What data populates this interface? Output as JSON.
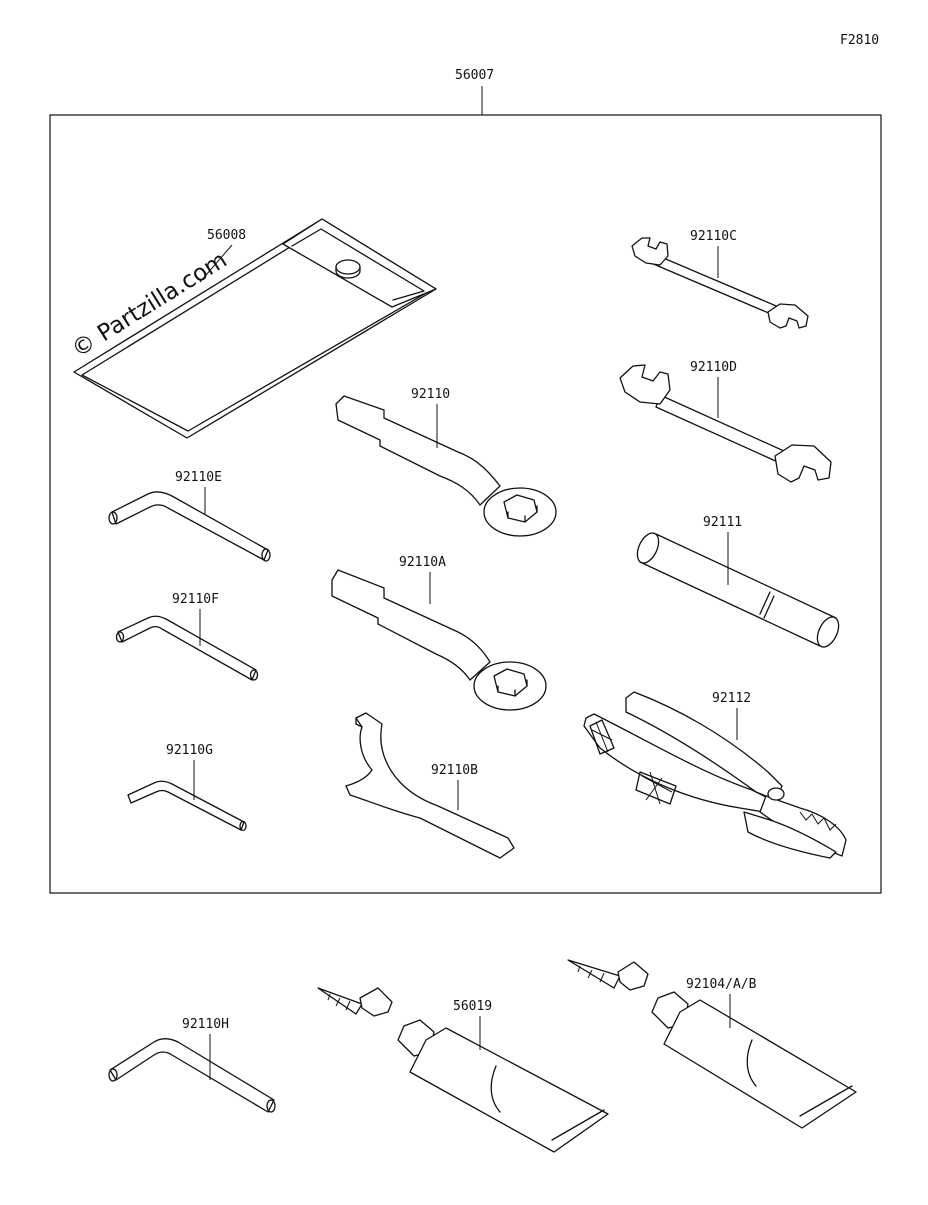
{
  "diagram_code": "F2810",
  "watermark": "© Partzilla.com",
  "kit": {
    "part_no": "56007"
  },
  "parts": [
    {
      "id": "56008"
    },
    {
      "id": "92110C"
    },
    {
      "id": "92110D"
    },
    {
      "id": "92110"
    },
    {
      "id": "92110E"
    },
    {
      "id": "92111"
    },
    {
      "id": "92110A"
    },
    {
      "id": "92110F"
    },
    {
      "id": "92112"
    },
    {
      "id": "92110G"
    },
    {
      "id": "92110B"
    },
    {
      "id": "92110H"
    },
    {
      "id": "56019"
    },
    {
      "id": "92104/A/B"
    }
  ]
}
